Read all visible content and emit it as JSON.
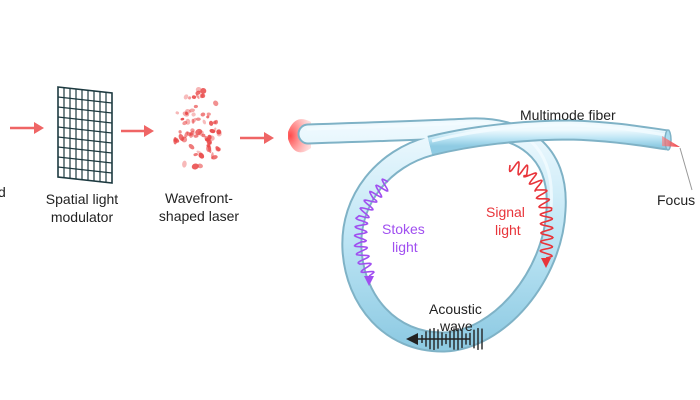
{
  "labels": {
    "left_cut": "d",
    "slm_line1": "Spatial light",
    "slm_line2": "modulator",
    "laser_line1": "Wavefront-",
    "laser_line2": "shaped laser",
    "fiber": "Multimode fiber",
    "focus_cut": "Focus",
    "stokes_line1": "Stokes",
    "stokes_line2": "light",
    "signal_line1": "Signal",
    "signal_line2": "light",
    "acoustic_line1": "Acoustic",
    "acoustic_line2": "wave"
  },
  "colors": {
    "arrow": "#ef6565",
    "stokes": "#a04ff0",
    "signal": "#e8343a",
    "acoustic": "#222222",
    "fiber_light": "#d8f1fb",
    "fiber_mid": "#a9dcf0",
    "fiber_edge": "#7fb2c6",
    "grid": "#1d3a40",
    "speckle": "#e94848"
  }
}
